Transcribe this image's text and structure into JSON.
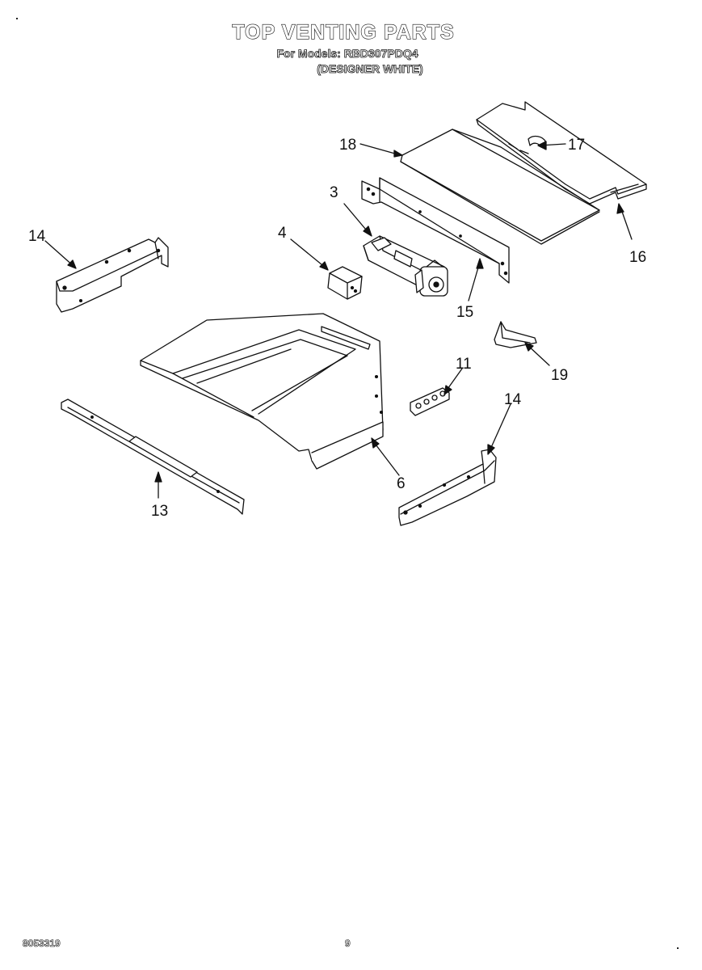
{
  "header": {
    "title": "TOP VENTING PARTS",
    "models_line": "For Models: RBD307PDQ4",
    "variant_line": "(DESIGNER WHITE)"
  },
  "callouts": {
    "c18": "18",
    "c17": "17",
    "c3": "3",
    "c16": "16",
    "c14_left": "14",
    "c4": "4",
    "c15": "15",
    "c11": "11",
    "c19": "19",
    "c14_right": "14",
    "c6": "6",
    "c13": "13"
  },
  "footer": {
    "doc_number": "8053319",
    "page_number": "9"
  }
}
